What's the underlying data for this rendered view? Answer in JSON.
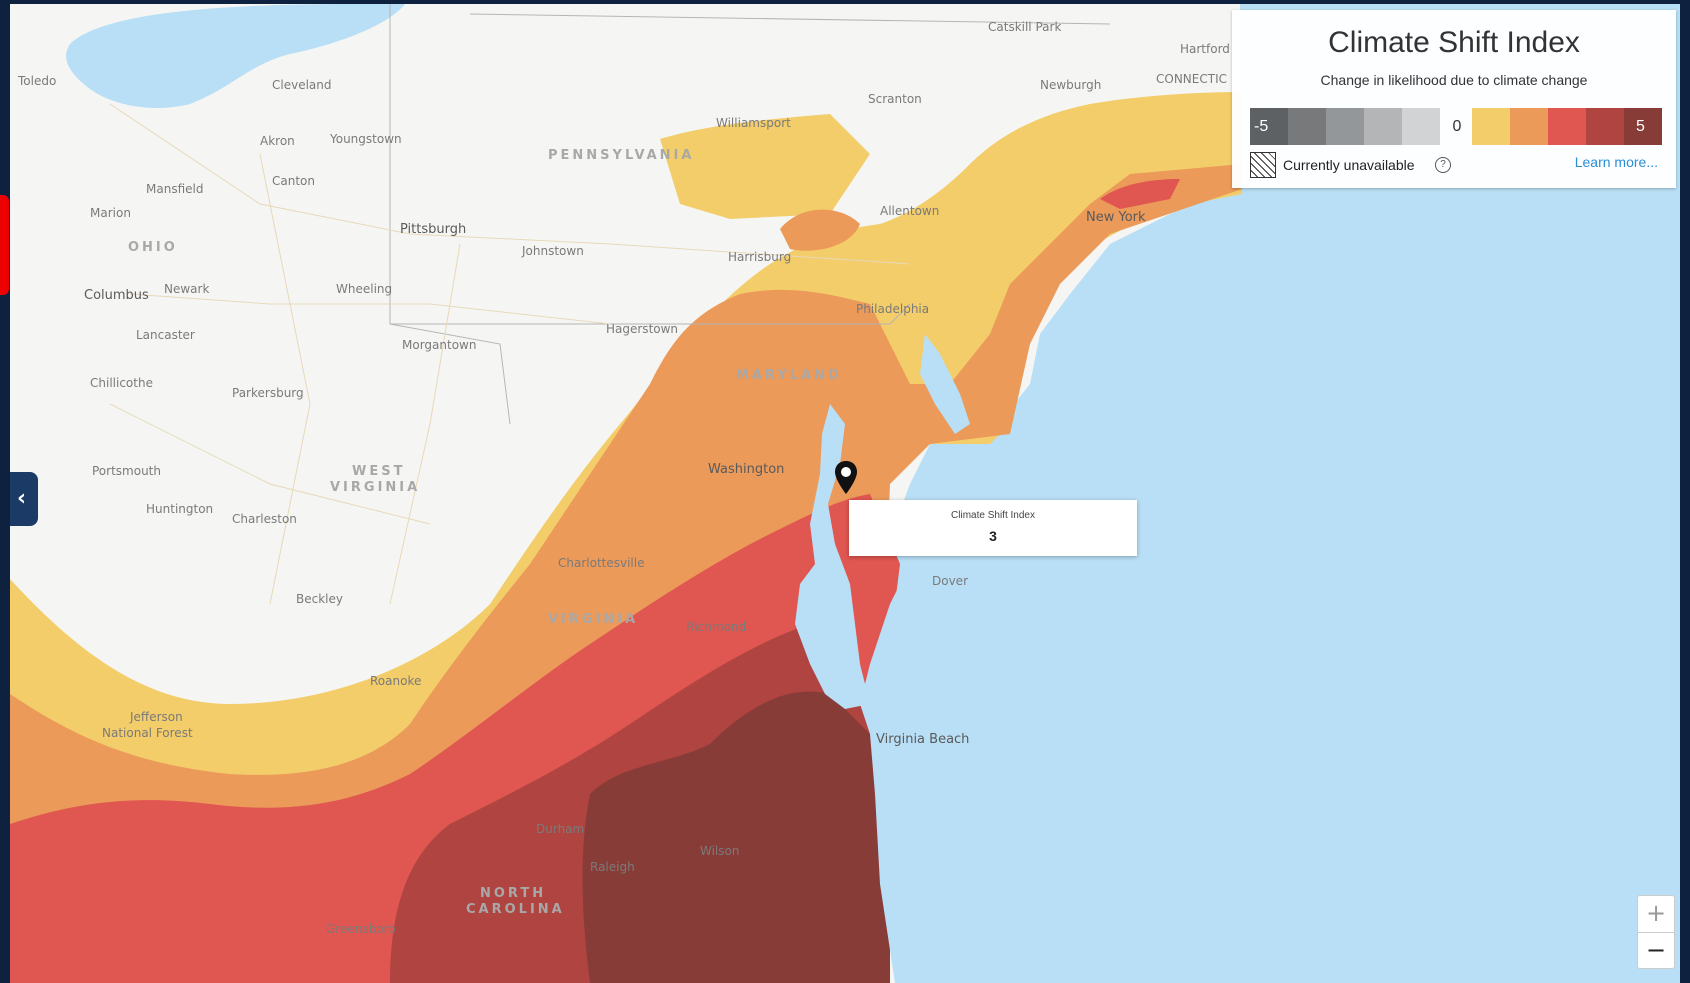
{
  "legend": {
    "title": "Climate Shift Index",
    "subtitle": "Change in likelihood due to climate change",
    "scale_min_label": "-5",
    "scale_zero_label": "0",
    "scale_max_label": "5",
    "negative_colors": [
      "#5e6163",
      "#77797b",
      "#94979a",
      "#b3b5b7",
      "#d2d3d4"
    ],
    "positive_colors": [
      "#f3cd69",
      "#eb9a5a",
      "#e05650",
      "#b04440",
      "#883c38"
    ],
    "unavailable_label": "Currently unavailable",
    "help_icon": "?",
    "learn_more": "Learn more..."
  },
  "popup": {
    "label": "Climate Shift Index",
    "value": "3"
  },
  "zoom": {
    "in": "+",
    "out": "−"
  },
  "sidebar_toggle": "‹",
  "places": {
    "toledo": "Toledo",
    "cleveland": "Cleveland",
    "akron": "Akron",
    "youngstown": "Youngstown",
    "canton": "Canton",
    "mansfield": "Mansfield",
    "marion": "Marion",
    "ohio": "OHIO",
    "columbus": "Columbus",
    "newark": "Newark",
    "lancaster": "Lancaster",
    "chillicothe": "Chillicothe",
    "parkersburg": "Parkersburg",
    "pittsburgh": "Pittsburgh",
    "johnstown": "Johnstown",
    "wheeling": "Wheeling",
    "morgantown": "Morgantown",
    "pennsylvania": "PENNSYLVANIA",
    "williamsport": "Williamsport",
    "scranton": "Scranton",
    "harrisburg": "Harrisburg",
    "allentown": "Allentown",
    "catskill": "Catskill Park",
    "hartford": "Hartford",
    "newburgh": "Newburgh",
    "connecticut": "CONNECTIC",
    "newyork": "New York",
    "philadelphia": "Philadelphia",
    "maryland": "MARYLAND",
    "washington": "Washington",
    "westvirginia1": "WEST",
    "westvirginia2": "VIRGINIA",
    "charleston": "Charleston",
    "huntington": "Huntington",
    "portsmouth": "Portsmouth",
    "beckley": "Beckley",
    "virginia": "VIRGINIA",
    "charlottesville": "Charlottesville",
    "richmond": "Richmond",
    "virginiabeach": "Virginia Beach",
    "northcarolina1": "NORTH",
    "northcarolina2": "CAROLINA",
    "raleigh": "Raleigh",
    "durham": "Durham",
    "greensboro": "Greensboro",
    "wilson": "Wilson",
    "jefferson1": "Jefferson",
    "jefferson2": "National Forest",
    "hagerstown": "Hagerstown",
    "dover": "Dover",
    "roanoke": "Roanoke"
  }
}
